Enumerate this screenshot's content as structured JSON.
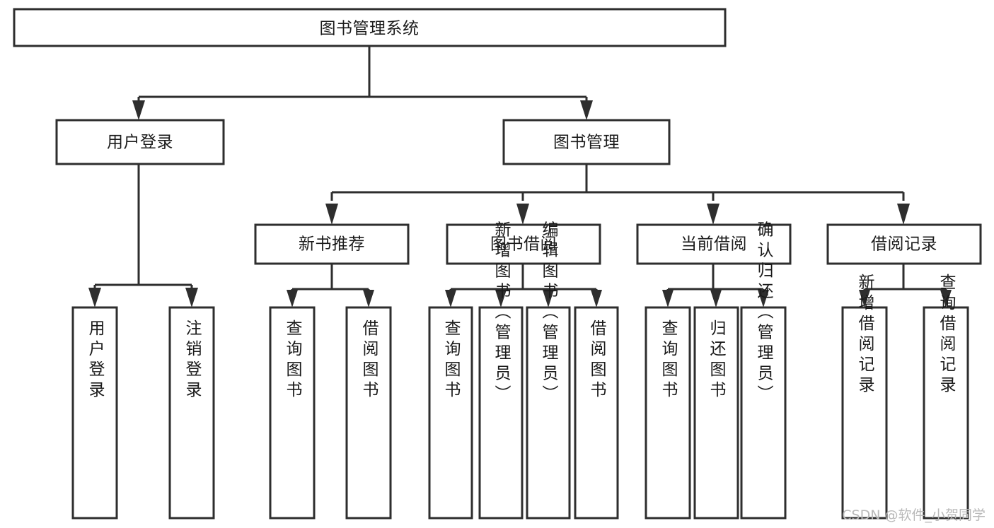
{
  "diagram": {
    "type": "tree",
    "title": "图书管理系统",
    "watermark": "CSDN @软件_小贺同学",
    "colors": {
      "stroke": "#2e2e2e",
      "fill": "#ffffff",
      "text": "#1a1a1a",
      "background": "#ffffff",
      "watermark": "#b9b9b9"
    },
    "nodes": {
      "root": {
        "label": "图书管理系统"
      },
      "level2": [
        {
          "label": "用户登录"
        },
        {
          "label": "图书管理"
        }
      ],
      "level3": [
        {
          "label": "新书推荐"
        },
        {
          "label": "图书借阅"
        },
        {
          "label": "当前借阅"
        },
        {
          "label": "借阅记录"
        }
      ],
      "leaves": {
        "user_login": [
          {
            "label": "用户登录"
          },
          {
            "label": "注销登录"
          }
        ],
        "new_book": [
          {
            "label": "查询图书"
          },
          {
            "label": "借阅图书"
          }
        ],
        "book_borrow": [
          {
            "label": "查询图书"
          },
          {
            "label": "新增图书（管理员）"
          },
          {
            "label": "编辑图书（管理员）"
          },
          {
            "label": "借阅图书"
          }
        ],
        "current_borrow": [
          {
            "label": "查询图书"
          },
          {
            "label": "归还图书"
          },
          {
            "label": "确认归还（管理员）"
          }
        ],
        "borrow_record": [
          {
            "label": "新增借阅记录"
          },
          {
            "label": "查询借阅记录"
          }
        ]
      }
    }
  }
}
